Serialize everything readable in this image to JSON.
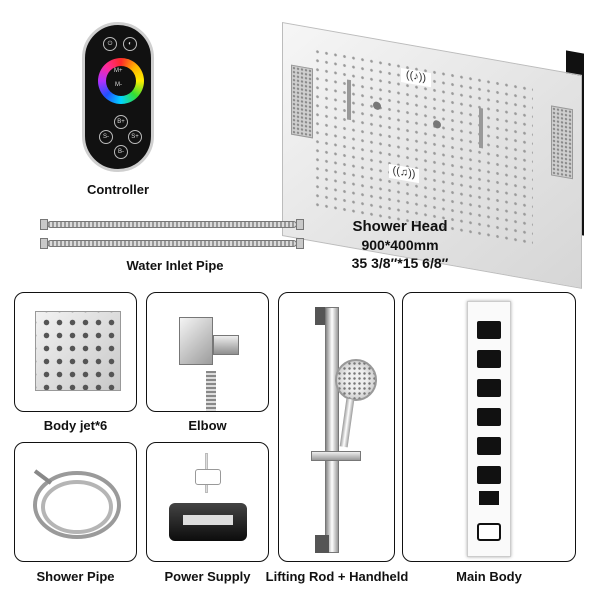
{
  "controller": {
    "label": "Controller",
    "buttons": {
      "mode_plus": "M+",
      "mode_minus": "M-",
      "b_plus": "B+",
      "b_minus": "B-",
      "s_plus": "S+",
      "s_minus": "S-"
    }
  },
  "shower_head": {
    "title": "Shower Head",
    "size_mm": "900*400mm",
    "size_in": "35 3/8″*15 6/8″"
  },
  "water_inlet_pipe": {
    "label": "Water Inlet Pipe"
  },
  "parts": {
    "body_jet": "Body jet*6",
    "elbow": "Elbow",
    "shower_pipe": "Shower Pipe",
    "power_supply": "Power Supply",
    "lifting_rod": "Lifting Rod + Handheld",
    "main_body": "Main Body"
  },
  "colors": {
    "border": "#111111",
    "chrome": "#cfcfcf",
    "background": "#ffffff"
  },
  "icons": [
    "power-icon",
    "speaker-icon",
    "color-wheel-icon",
    "wifi-speaker-icon",
    "music-icon"
  ]
}
